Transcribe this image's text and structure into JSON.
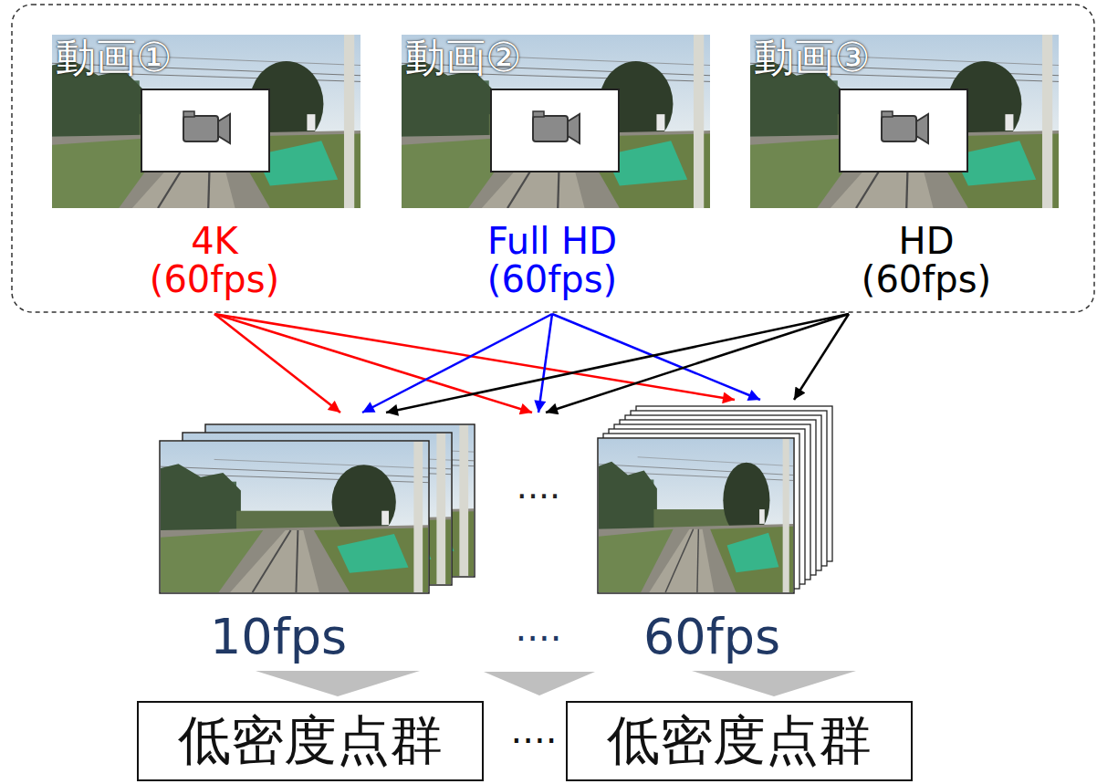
{
  "diagram": {
    "nodes": [
      {
        "text": [
          "動画①",
          "4K (60fps)"
        ]
      },
      {
        "text": [
          "動画②",
          "Full HD (60fps)"
        ]
      },
      {
        "text": [
          "動画③",
          "HD (60fps)"
        ]
      },
      {
        "text": [
          "10fps"
        ]
      },
      {
        "text": [
          "····"
        ]
      },
      {
        "text": [
          "60fps"
        ]
      },
      {
        "text": [
          "低密度点群"
        ]
      },
      {
        "text": [
          "低密度点群"
        ]
      }
    ],
    "edges": [
      {
        "from": 0,
        "to": 3,
        "arrow": "to"
      },
      {
        "from": 0,
        "to": 4,
        "arrow": "to"
      },
      {
        "from": 0,
        "to": 5,
        "arrow": "to"
      },
      {
        "from": 1,
        "to": 3,
        "arrow": "to"
      },
      {
        "from": 1,
        "to": 4,
        "arrow": "to"
      },
      {
        "from": 1,
        "to": 5,
        "arrow": "to"
      },
      {
        "from": 2,
        "to": 3,
        "arrow": "to"
      },
      {
        "from": 2,
        "to": 4,
        "arrow": "to"
      },
      {
        "from": 2,
        "to": 5,
        "arrow": "to"
      },
      {
        "from": 3,
        "to": 6,
        "arrow": "to"
      },
      {
        "from": 5,
        "to": 7,
        "arrow": "to"
      }
    ],
    "labels": [
      "····",
      "····"
    ]
  }
}
